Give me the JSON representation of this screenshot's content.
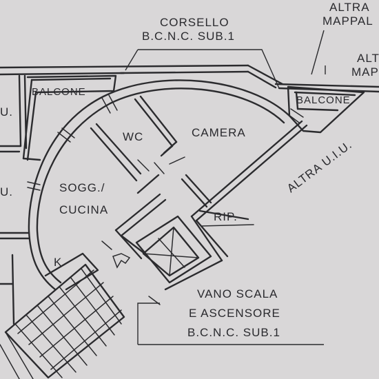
{
  "labels": {
    "corsello_line1": "CORSELLO",
    "corsello_line2": "B.C.N.C. SUB.1",
    "altra_top_1": "ALTRA",
    "altra_top_2": "MAPPAL",
    "altra_right_1": "ALT",
    "altra_right_2": "MAPPA",
    "balcone_left": "BALCONE",
    "balcone_right": "BALCONE",
    "wc": "WC",
    "camera": "CAMERA",
    "altra_uiu": "ALTRA U.I.U.",
    "sogg_line1": "SOGG./",
    "sogg_line2": "CUCINA",
    "rip": "RIP.",
    "k": "K",
    "vano_line1": "VANO SCALA",
    "vano_line2": "E ASCENSORE",
    "vano_line3": "B.C.N.C. SUB.1",
    "uiu_left_1": "U.",
    "uiu_left_2": "U."
  }
}
